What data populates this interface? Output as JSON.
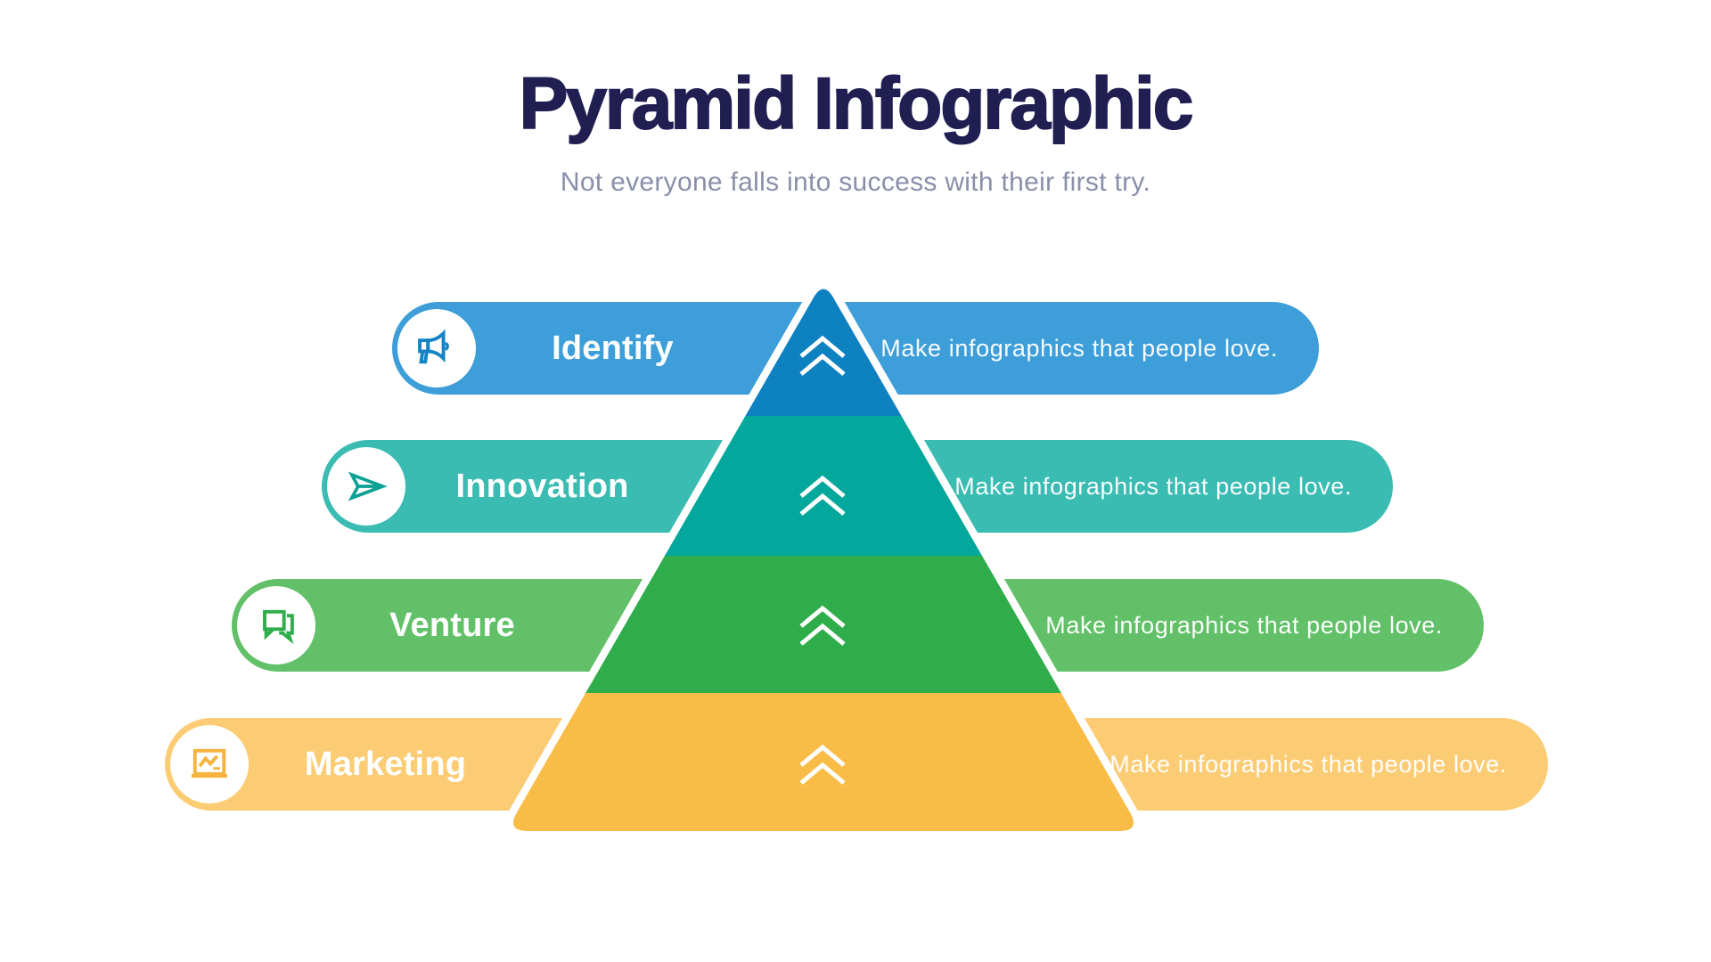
{
  "header": {
    "title": "Pyramid Infographic",
    "subtitle": "Not everyone falls into success with their first try."
  },
  "levels": [
    {
      "label": "Identify",
      "description": "Make infographics that people love.",
      "bar_color": "#3D9ED9",
      "pyramid_color": "#0E81C1",
      "icon": "megaphone-icon",
      "icon_color": "#1385C6"
    },
    {
      "label": "Innovation",
      "description": "Make infographics that people love.",
      "bar_color": "#3ABCB3",
      "pyramid_color": "#04A79B",
      "icon": "paper-plane-icon",
      "icon_color": "#0AA195"
    },
    {
      "label": "Venture",
      "description": "Make infographics that people love.",
      "bar_color": "#62C068",
      "pyramid_color": "#2FAD4A",
      "icon": "chat-bubbles-icon",
      "icon_color": "#2FAD4A"
    },
    {
      "label": "Marketing",
      "description": "Make infographics that people love.",
      "bar_color": "#FBCC74",
      "pyramid_color": "#F9BC47",
      "icon": "presentation-chart-icon",
      "icon_color": "#F6B43E"
    }
  ],
  "pyramid": {
    "outline_color": "#FFFFFF",
    "chevron_icon": "double-chevron-up-icon",
    "chevron_color": "#FFFFFF"
  },
  "colors": {
    "background": "#FFFFFF",
    "title_text": "#211E52",
    "subtitle_text": "#8A8FA9",
    "bar_text": "#FFFFFF"
  }
}
